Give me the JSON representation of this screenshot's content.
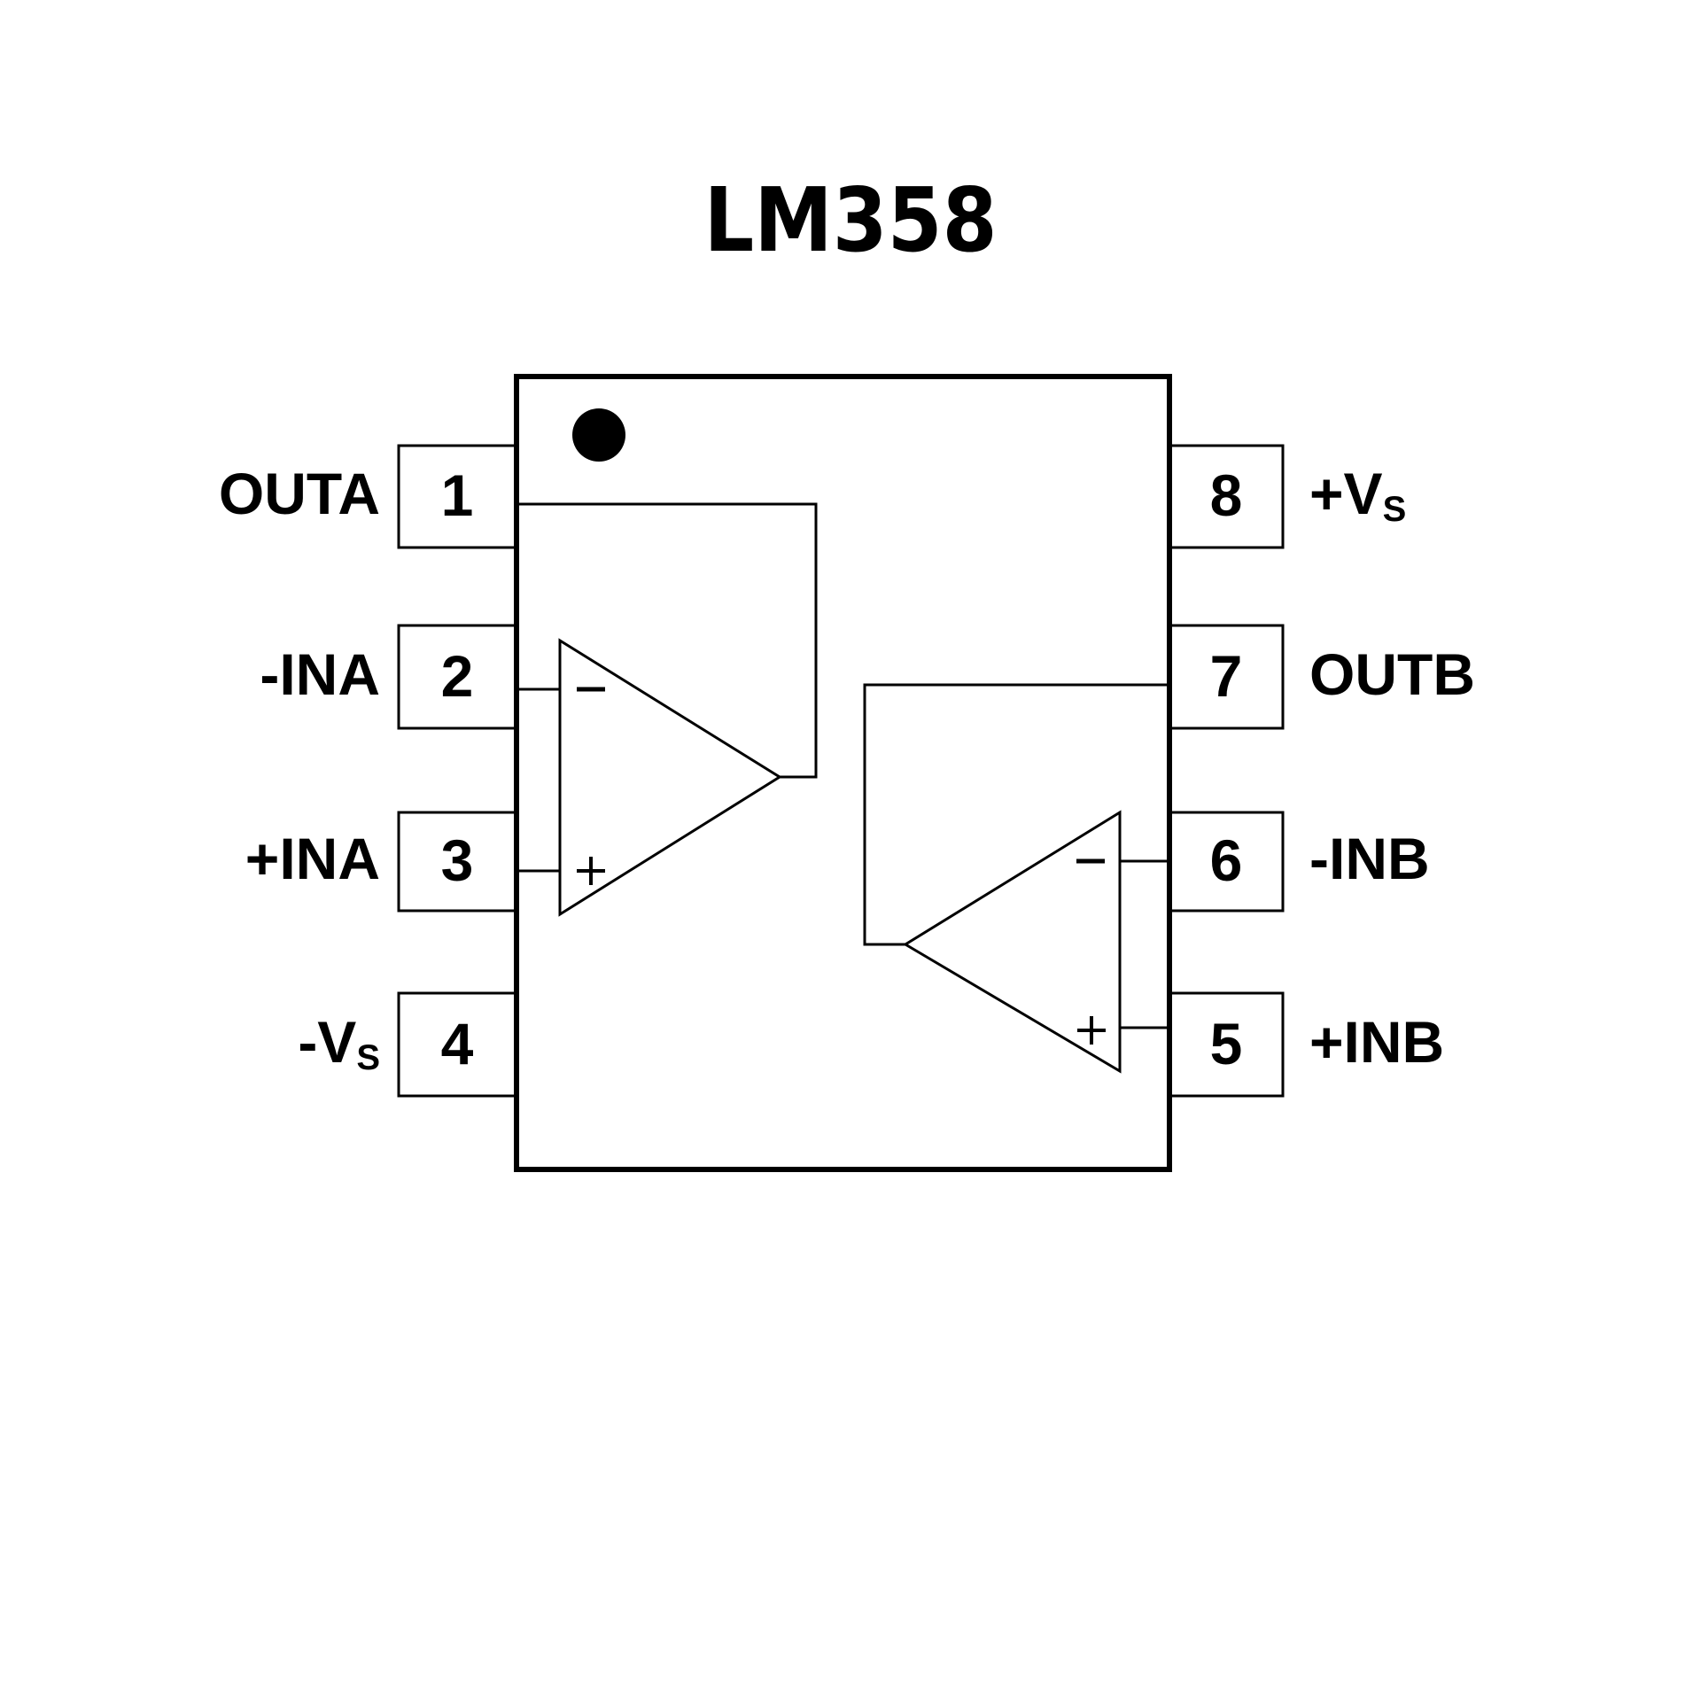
{
  "title": "LM358",
  "colors": {
    "ink": "#000000",
    "background": "#ffffff"
  },
  "package": {
    "pin1_marker": "filled-dot"
  },
  "pins": [
    {
      "number": "1",
      "label": "OUTA",
      "label_sub": "",
      "side": "left"
    },
    {
      "number": "2",
      "label": "-INA",
      "label_sub": "",
      "side": "left"
    },
    {
      "number": "3",
      "label": "+INA",
      "label_sub": "",
      "side": "left"
    },
    {
      "number": "4",
      "label": "-V",
      "label_sub": "S",
      "side": "left"
    },
    {
      "number": "8",
      "label": "+V",
      "label_sub": "S",
      "side": "right"
    },
    {
      "number": "7",
      "label": "OUTB",
      "label_sub": "",
      "side": "right"
    },
    {
      "number": "6",
      "label": "-INB",
      "label_sub": "",
      "side": "right"
    },
    {
      "number": "5",
      "label": "+INB",
      "label_sub": "",
      "side": "right"
    }
  ],
  "amplifiers": [
    {
      "name": "A",
      "inverting_symbol": "−",
      "noninverting_symbol": "+",
      "output_pin": "1",
      "inverting_pin": "2",
      "noninverting_pin": "3"
    },
    {
      "name": "B",
      "inverting_symbol": "−",
      "noninverting_symbol": "+",
      "output_pin": "7",
      "inverting_pin": "6",
      "noninverting_pin": "5"
    }
  ]
}
